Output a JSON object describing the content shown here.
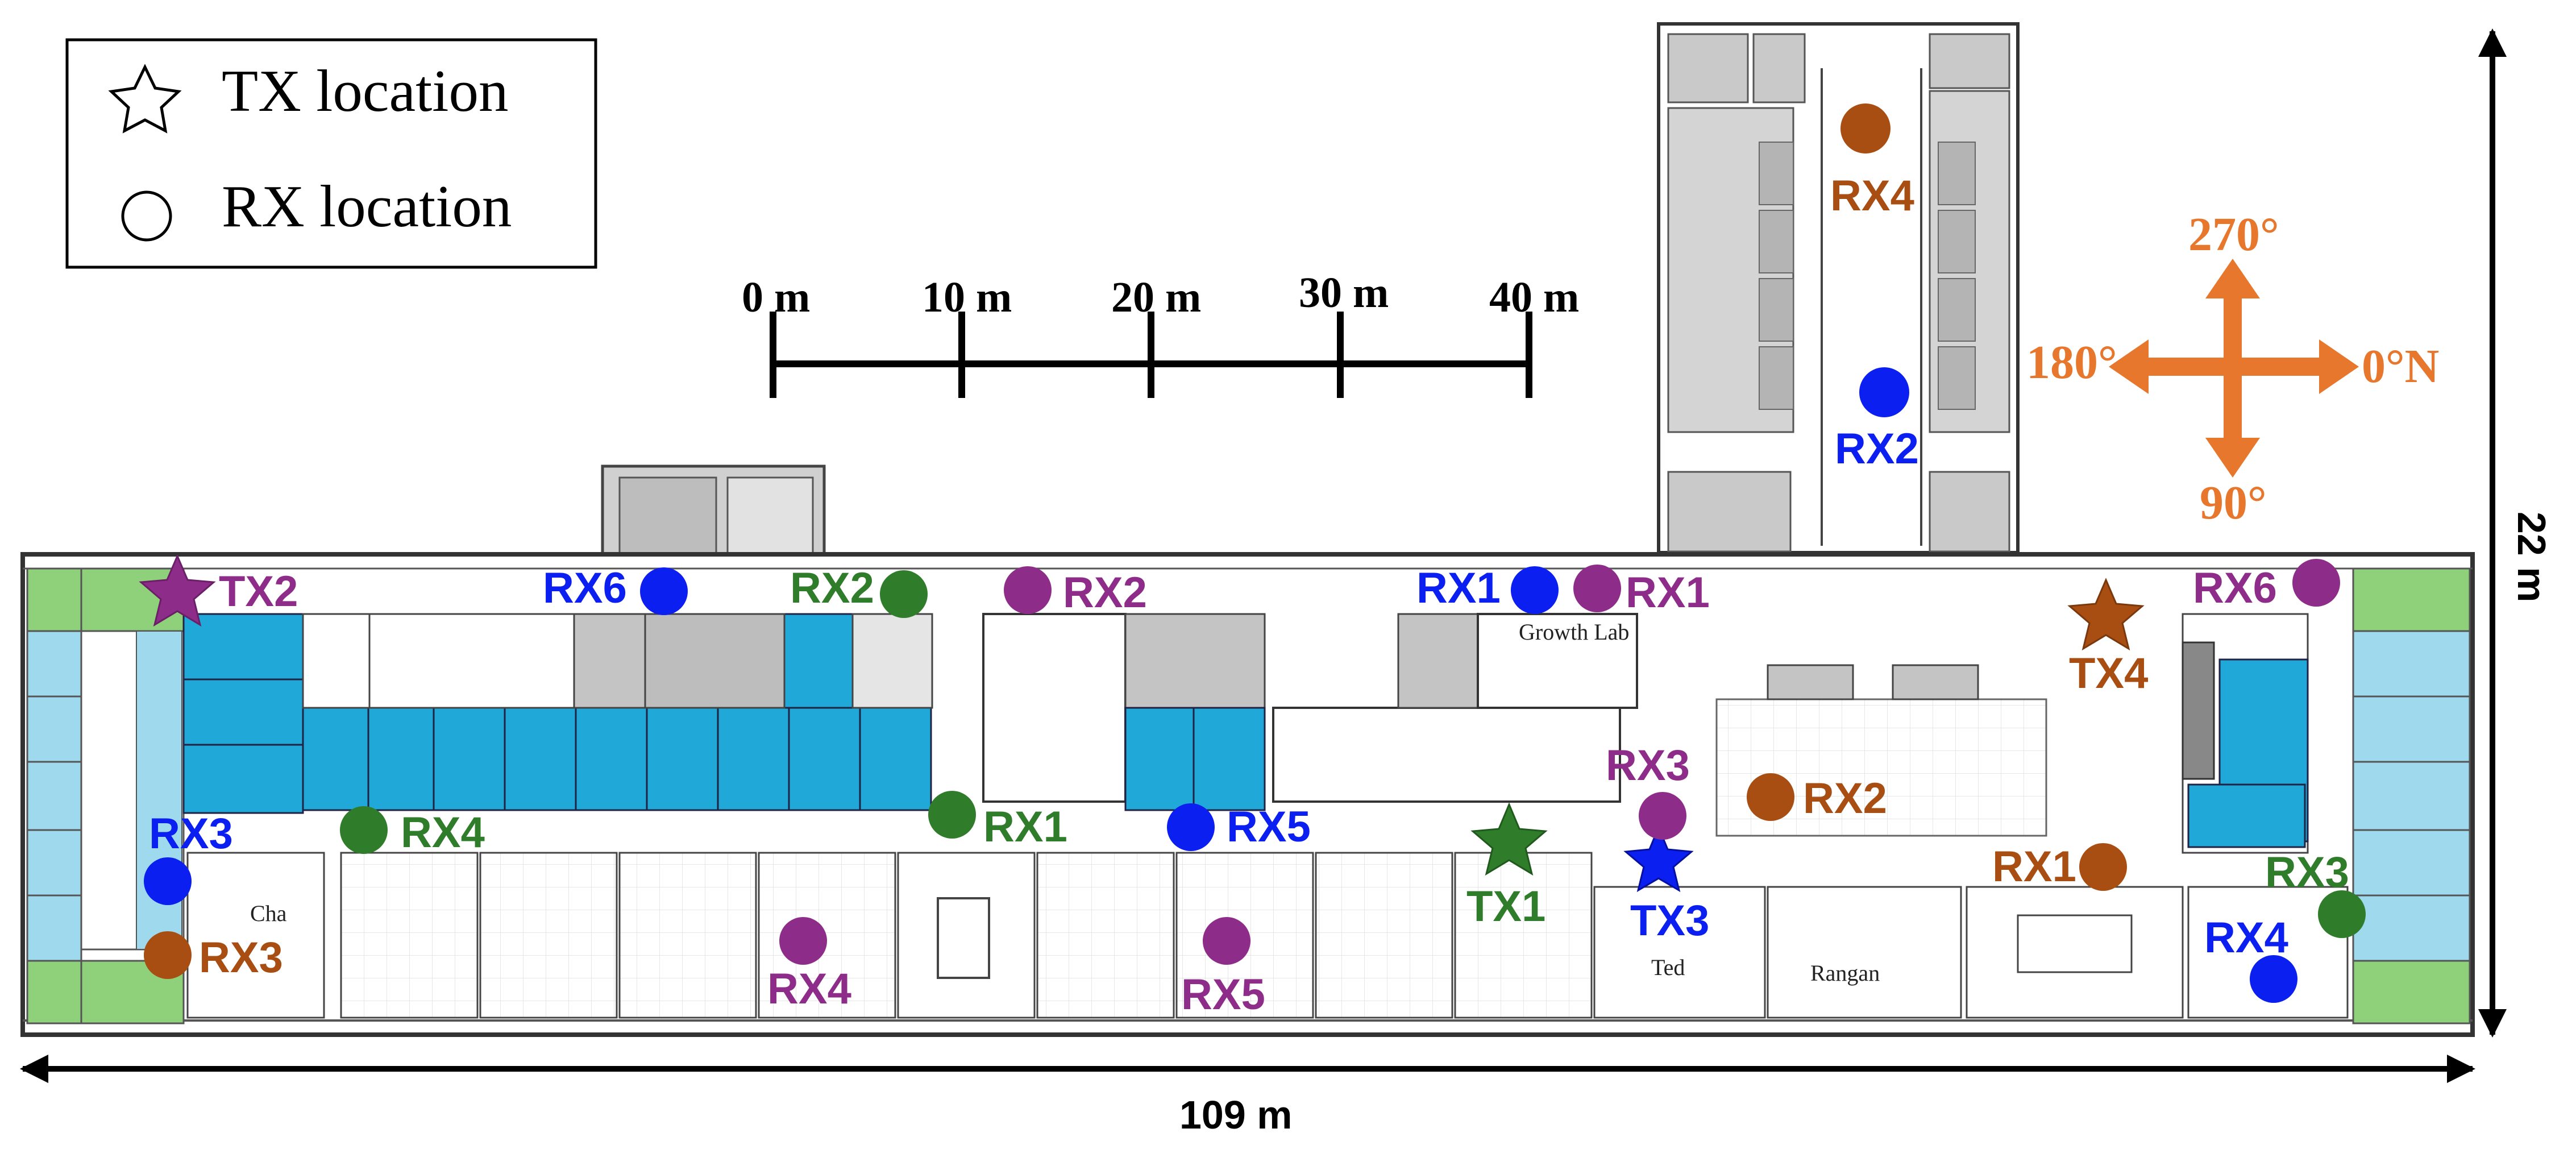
{
  "legend": {
    "tx_label": "TX location",
    "rx_label": "RX location"
  },
  "scale_bar": {
    "ticks": [
      "0 m",
      "10 m",
      "20 m",
      "30 m",
      "40 m"
    ]
  },
  "dimensions": {
    "width": "109 m",
    "height": "22 m"
  },
  "compass": {
    "up": "270°",
    "left": "180°",
    "right": "0°N",
    "down": "90°"
  },
  "room_labels": {
    "growth_lab": "Growth Lab",
    "ted": "Ted",
    "rangan": "Rangan",
    "chair": "Cha"
  },
  "colors": {
    "purple": "#8e2c8a",
    "green": "#2f7d2a",
    "blue": "#0a1ff0",
    "orange": "#a84e12",
    "compass": "#e8772e",
    "office_blue": "#1fa8d8",
    "office_green": "#8fd17a",
    "office_lightblue": "#9fd9ee",
    "gray_room": "#b9b9b9"
  },
  "tx_sites": [
    {
      "id": "tx2",
      "label": "TX2",
      "color": "purple"
    },
    {
      "id": "tx1",
      "label": "TX1",
      "color": "green"
    },
    {
      "id": "tx3",
      "label": "TX3",
      "color": "blue"
    },
    {
      "id": "tx4",
      "label": "TX4",
      "color": "orange"
    }
  ],
  "rx_sites": [
    {
      "id": "rx4-orange-top",
      "label": "RX4",
      "color": "orange"
    },
    {
      "id": "rx2-blue-top",
      "label": "RX2",
      "color": "blue"
    },
    {
      "id": "rx6-blue",
      "label": "RX6",
      "color": "blue"
    },
    {
      "id": "rx2-green",
      "label": "RX2",
      "color": "green"
    },
    {
      "id": "rx2-purple",
      "label": "RX2",
      "color": "purple"
    },
    {
      "id": "rx1-blue",
      "label": "RX1",
      "color": "blue"
    },
    {
      "id": "rx1-purple",
      "label": "RX1",
      "color": "purple"
    },
    {
      "id": "rx6-purple",
      "label": "RX6",
      "color": "purple"
    },
    {
      "id": "rx3-blue",
      "label": "RX3",
      "color": "blue"
    },
    {
      "id": "rx4-green",
      "label": "RX4",
      "color": "green"
    },
    {
      "id": "rx1-green",
      "label": "RX1",
      "color": "green"
    },
    {
      "id": "rx5-blue",
      "label": "RX5",
      "color": "blue"
    },
    {
      "id": "rx3-purple",
      "label": "RX3",
      "color": "purple"
    },
    {
      "id": "rx2-orange",
      "label": "RX2",
      "color": "orange"
    },
    {
      "id": "rx1-orange",
      "label": "RX1",
      "color": "orange"
    },
    {
      "id": "rx3-green",
      "label": "RX3",
      "color": "green"
    },
    {
      "id": "rx4-blue",
      "label": "RX4",
      "color": "blue"
    },
    {
      "id": "rx3-orange",
      "label": "RX3",
      "color": "orange"
    },
    {
      "id": "rx4-purple",
      "label": "RX4",
      "color": "purple"
    },
    {
      "id": "rx5-purple",
      "label": "RX5",
      "color": "purple"
    }
  ]
}
